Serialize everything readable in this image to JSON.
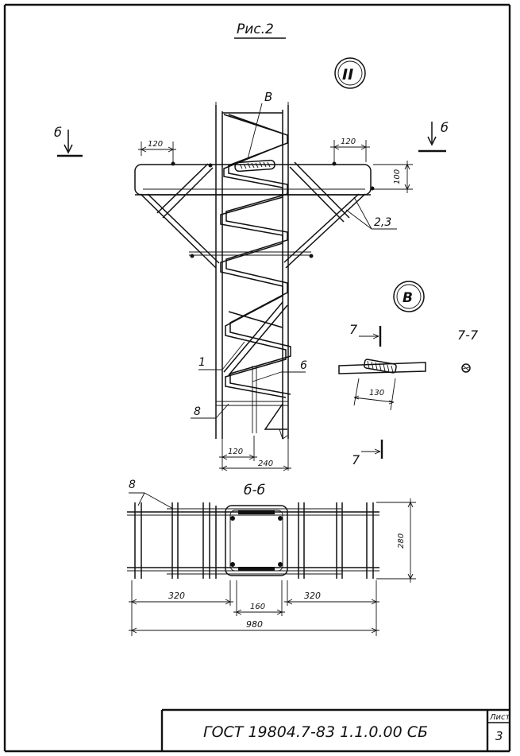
{
  "drawing": {
    "figure_title": "Рис.2",
    "node_label": "II",
    "detail_marker": "В",
    "section_mark": "б",
    "section_title": "б-б",
    "cut_mark": "7",
    "cut_title": "7-7",
    "leaders": {
      "item_1": "1",
      "item_6": "6",
      "item_8": "8",
      "items_2_3": "2,3"
    },
    "dimensions": {
      "top_left_spacing": "120",
      "top_right_spacing": "120",
      "right_height": "100",
      "bottom_spacing": "120",
      "bottom_width": "240",
      "detail_length": "130",
      "section_height": "280",
      "section_left": "320",
      "section_middle": "160",
      "section_right": "320",
      "section_total": "980"
    }
  },
  "title_block": {
    "document_code": "ГОСТ 19804.7-83  1.1.0.00 СБ",
    "sheet_label": "Лист",
    "sheet_number": "3"
  }
}
